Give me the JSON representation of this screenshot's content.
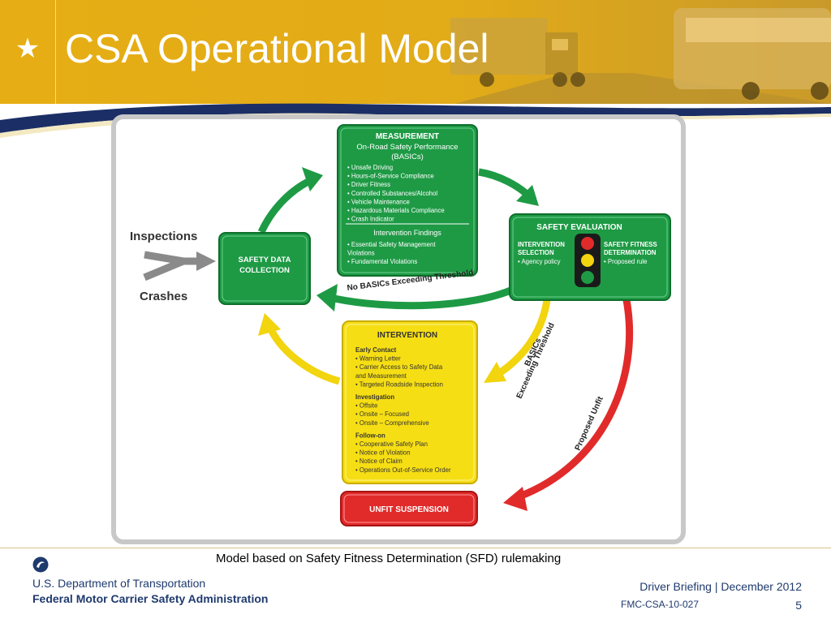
{
  "header": {
    "star": "★",
    "title": "CSA Operational Model"
  },
  "diagram": {
    "inputs": {
      "inspections": "Inspections",
      "crashes": "Crashes"
    },
    "safety_data": {
      "line1": "SAFETY DATA",
      "line2": "COLLECTION"
    },
    "measurement": {
      "heading": "MEASUREMENT",
      "subheading1": "On-Road Safety Performance",
      "subheading2": "(BASICs)",
      "items": [
        "• Unsafe Driving",
        "• Hours-of-Service Compliance",
        "• Driver Fitness",
        "• Controlled Substances/Alcohol",
        "• Vehicle Maintenance",
        "• Hazardous Materials Compliance",
        "• Crash Indicator"
      ],
      "findings_heading": "Intervention Findings",
      "findings": [
        "• Essential Safety Management",
        "  Violations",
        "• Fundamental Violations"
      ]
    },
    "safety_evaluation": {
      "heading": "SAFETY EVALUATION",
      "left_title1": "INTERVENTION",
      "left_title2": "SELECTION",
      "left_item": "• Agency policy",
      "right_title1": "SAFETY FITNESS",
      "right_title2": "DETERMINATION",
      "right_item": "• Proposed rule"
    },
    "intervention": {
      "heading": "INTERVENTION",
      "groups": [
        {
          "title": "Early Contact",
          "items": [
            "• Warning Letter",
            "• Carrier Access to Safety Data",
            "  and Measurement",
            "• Targeted Roadside Inspection"
          ]
        },
        {
          "title": "Investigation",
          "items": [
            "• Offsite",
            "• Onsite – Focused",
            "• Onsite – Comprehensive"
          ]
        },
        {
          "title": "Follow-on",
          "items": [
            "• Cooperative Safety Plan",
            "• Notice of Violation",
            "• Notice of Claim",
            "• Operations Out-of-Service Order"
          ]
        }
      ]
    },
    "unfit": "UNFIT SUSPENSION",
    "arrow_labels": {
      "no_basics": "No BASICs Exceeding Threshold",
      "basics1": "BASICs",
      "basics2": "Exceeding Threshold",
      "proposed_unfit": "Proposed Unfit"
    },
    "colors": {
      "green": "#1e9a45",
      "green_dark": "#137a33",
      "yellow": "#f2d40f",
      "red": "#e12b2b",
      "gray_frame": "#c8c8c8"
    }
  },
  "caption": "Model based on Safety Fitness Determination (SFD) rulemaking",
  "footer": {
    "dept": "U.S. Department of Transportation",
    "agency": "Federal Motor Carrier Safety Administration",
    "briefing": "Driver Briefing | December 2012",
    "code": "FMC-CSA-10-027",
    "page": "5"
  }
}
